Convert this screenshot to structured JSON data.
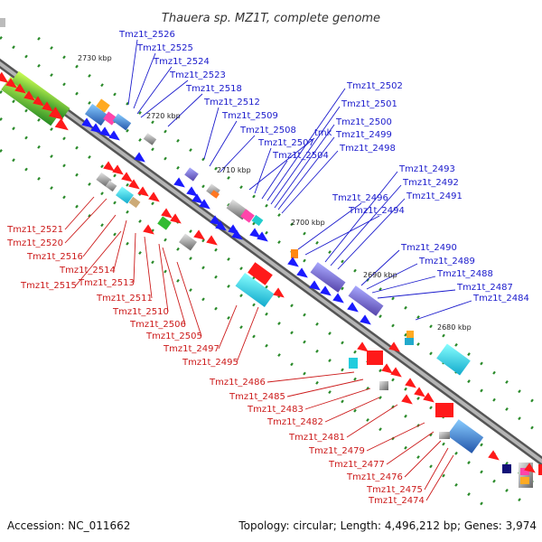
{
  "title": "Thauera sp. MZ1T, complete genome",
  "footer": {
    "accession": "Accession: NC_011662",
    "summary": "Topology: circular; Length: 4,496,212 bp; Genes: 3,974"
  },
  "ticks": [
    "2730 kbp",
    "2720 kbp",
    "2710 kbp",
    "2700 kbp",
    "2690 kbp",
    "2680 kbp"
  ],
  "forward_labels": [
    "Tmz1t_2526",
    "Tmz1t_2525",
    "Tmz1t_2524",
    "Tmz1t_2523",
    "Tmz1t_2518",
    "Tmz1t_2512",
    "Tmz1t_2509",
    "Tmz1t_2508",
    "tmk",
    "Tmz1t_2507",
    "Tmz1t_2504",
    "Tmz1t_2502",
    "Tmz1t_2501",
    "Tmz1t_2500",
    "Tmz1t_2499",
    "Tmz1t_2498",
    "Tmz1t_2493",
    "Tmz1t_2492",
    "Tmz1t_2496",
    "Tmz1t_2491",
    "Tmz1t_2494",
    "Tmz1t_2490",
    "Tmz1t_2489",
    "Tmz1t_2488",
    "Tmz1t_2487",
    "Tmz1t_2484"
  ],
  "reverse_labels": [
    "Tmz1t_2521",
    "Tmz1t_2520",
    "Tmz1t_2516",
    "Tmz1t_2514",
    "Tmz1t_2515",
    "Tmz1t_2513",
    "Tmz1t_2511",
    "Tmz1t_2510",
    "Tmz1t_2506",
    "Tmz1t_2505",
    "Tmz1t_2497",
    "Tmz1t_2495",
    "Tmz1t_2486",
    "Tmz1t_2485",
    "Tmz1t_2483",
    "Tmz1t_2482",
    "Tmz1t_2481",
    "Tmz1t_2479",
    "Tmz1t_2477",
    "Tmz1t_2476",
    "Tmz1t_2475",
    "Tmz1t_2474"
  ],
  "colors": {
    "backbone": "#808080",
    "forward_gene": "#1a1aff",
    "reverse_gene": "#ff1a1a",
    "forward_label": "#1a1acc",
    "reverse_label": "#cc1a1a",
    "tick_dot": "#2a8a2a"
  }
}
